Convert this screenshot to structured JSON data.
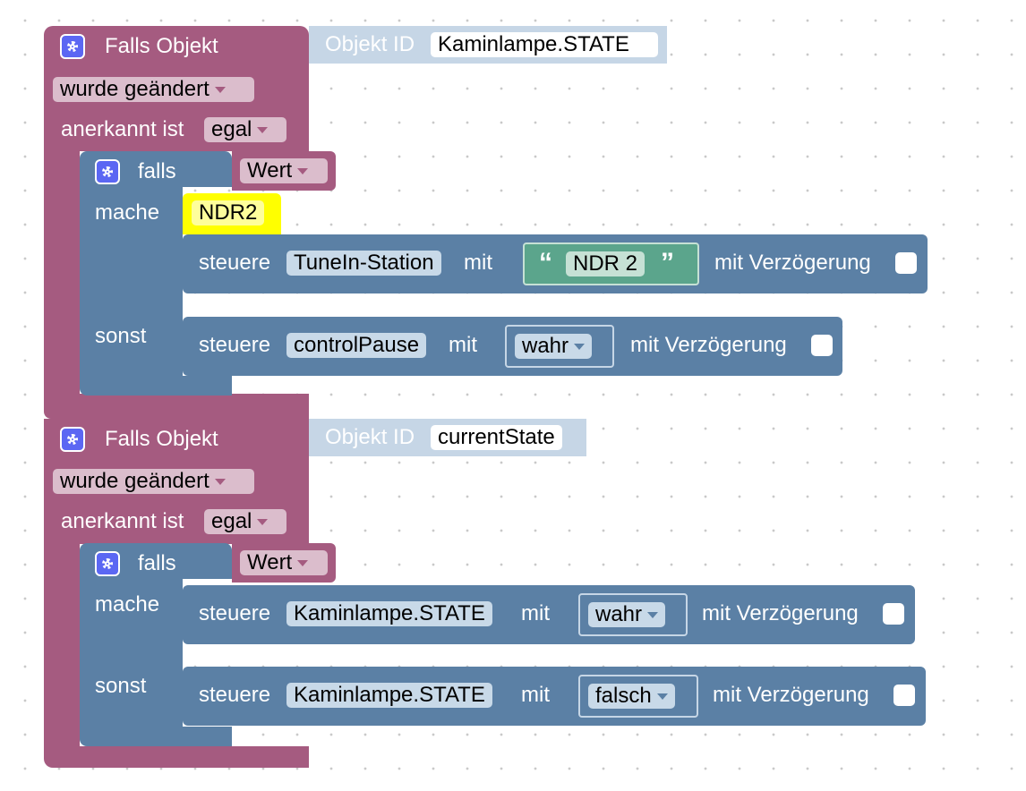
{
  "blocks": [
    {
      "event_title": "Falls Objekt",
      "object_label": "Objekt ID",
      "object_id": "Kaminlampe.STATE",
      "trigger": "wurde geändert",
      "ack_label": "anerkannt ist",
      "ack_value": "egal",
      "if_label": "falls",
      "if_value": "Wert",
      "do_label": "mache",
      "comment": "NDR2",
      "do_action": {
        "steuere": "steuere",
        "target": "TuneIn-Station",
        "mit": "mit",
        "string_value": "NDR 2",
        "quote_open": "“",
        "quote_close": "”",
        "delay_label": "mit Verzögerung"
      },
      "else_label": "sonst",
      "else_action": {
        "steuere": "steuere",
        "target": "controlPause",
        "mit": "mit",
        "value": "wahr",
        "delay_label": "mit Verzögerung"
      }
    },
    {
      "event_title": "Falls Objekt",
      "object_label": "Objekt ID",
      "object_id": "currentState",
      "trigger": "wurde geändert",
      "ack_label": "anerkannt ist",
      "ack_value": "egal",
      "if_label": "falls",
      "if_value": "Wert",
      "do_label": "mache",
      "do_action": {
        "steuere": "steuere",
        "target": "Kaminlampe.STATE",
        "mit": "mit",
        "value": "wahr",
        "delay_label": "mit Verzögerung"
      },
      "else_label": "sonst",
      "else_action": {
        "steuere": "steuere",
        "target": "Kaminlampe.STATE",
        "mit": "mit",
        "value": "falsch",
        "delay_label": "mit Verzögerung"
      }
    }
  ],
  "colors": {
    "event_block": "#a55b80",
    "control_block": "#5b80a5",
    "text_block": "#5ba58c",
    "comment": "#ffff00",
    "settings_icon": "#5b67f3"
  },
  "icons": {
    "settings": "gear-icon",
    "dropdown": "chevron-down-icon"
  }
}
